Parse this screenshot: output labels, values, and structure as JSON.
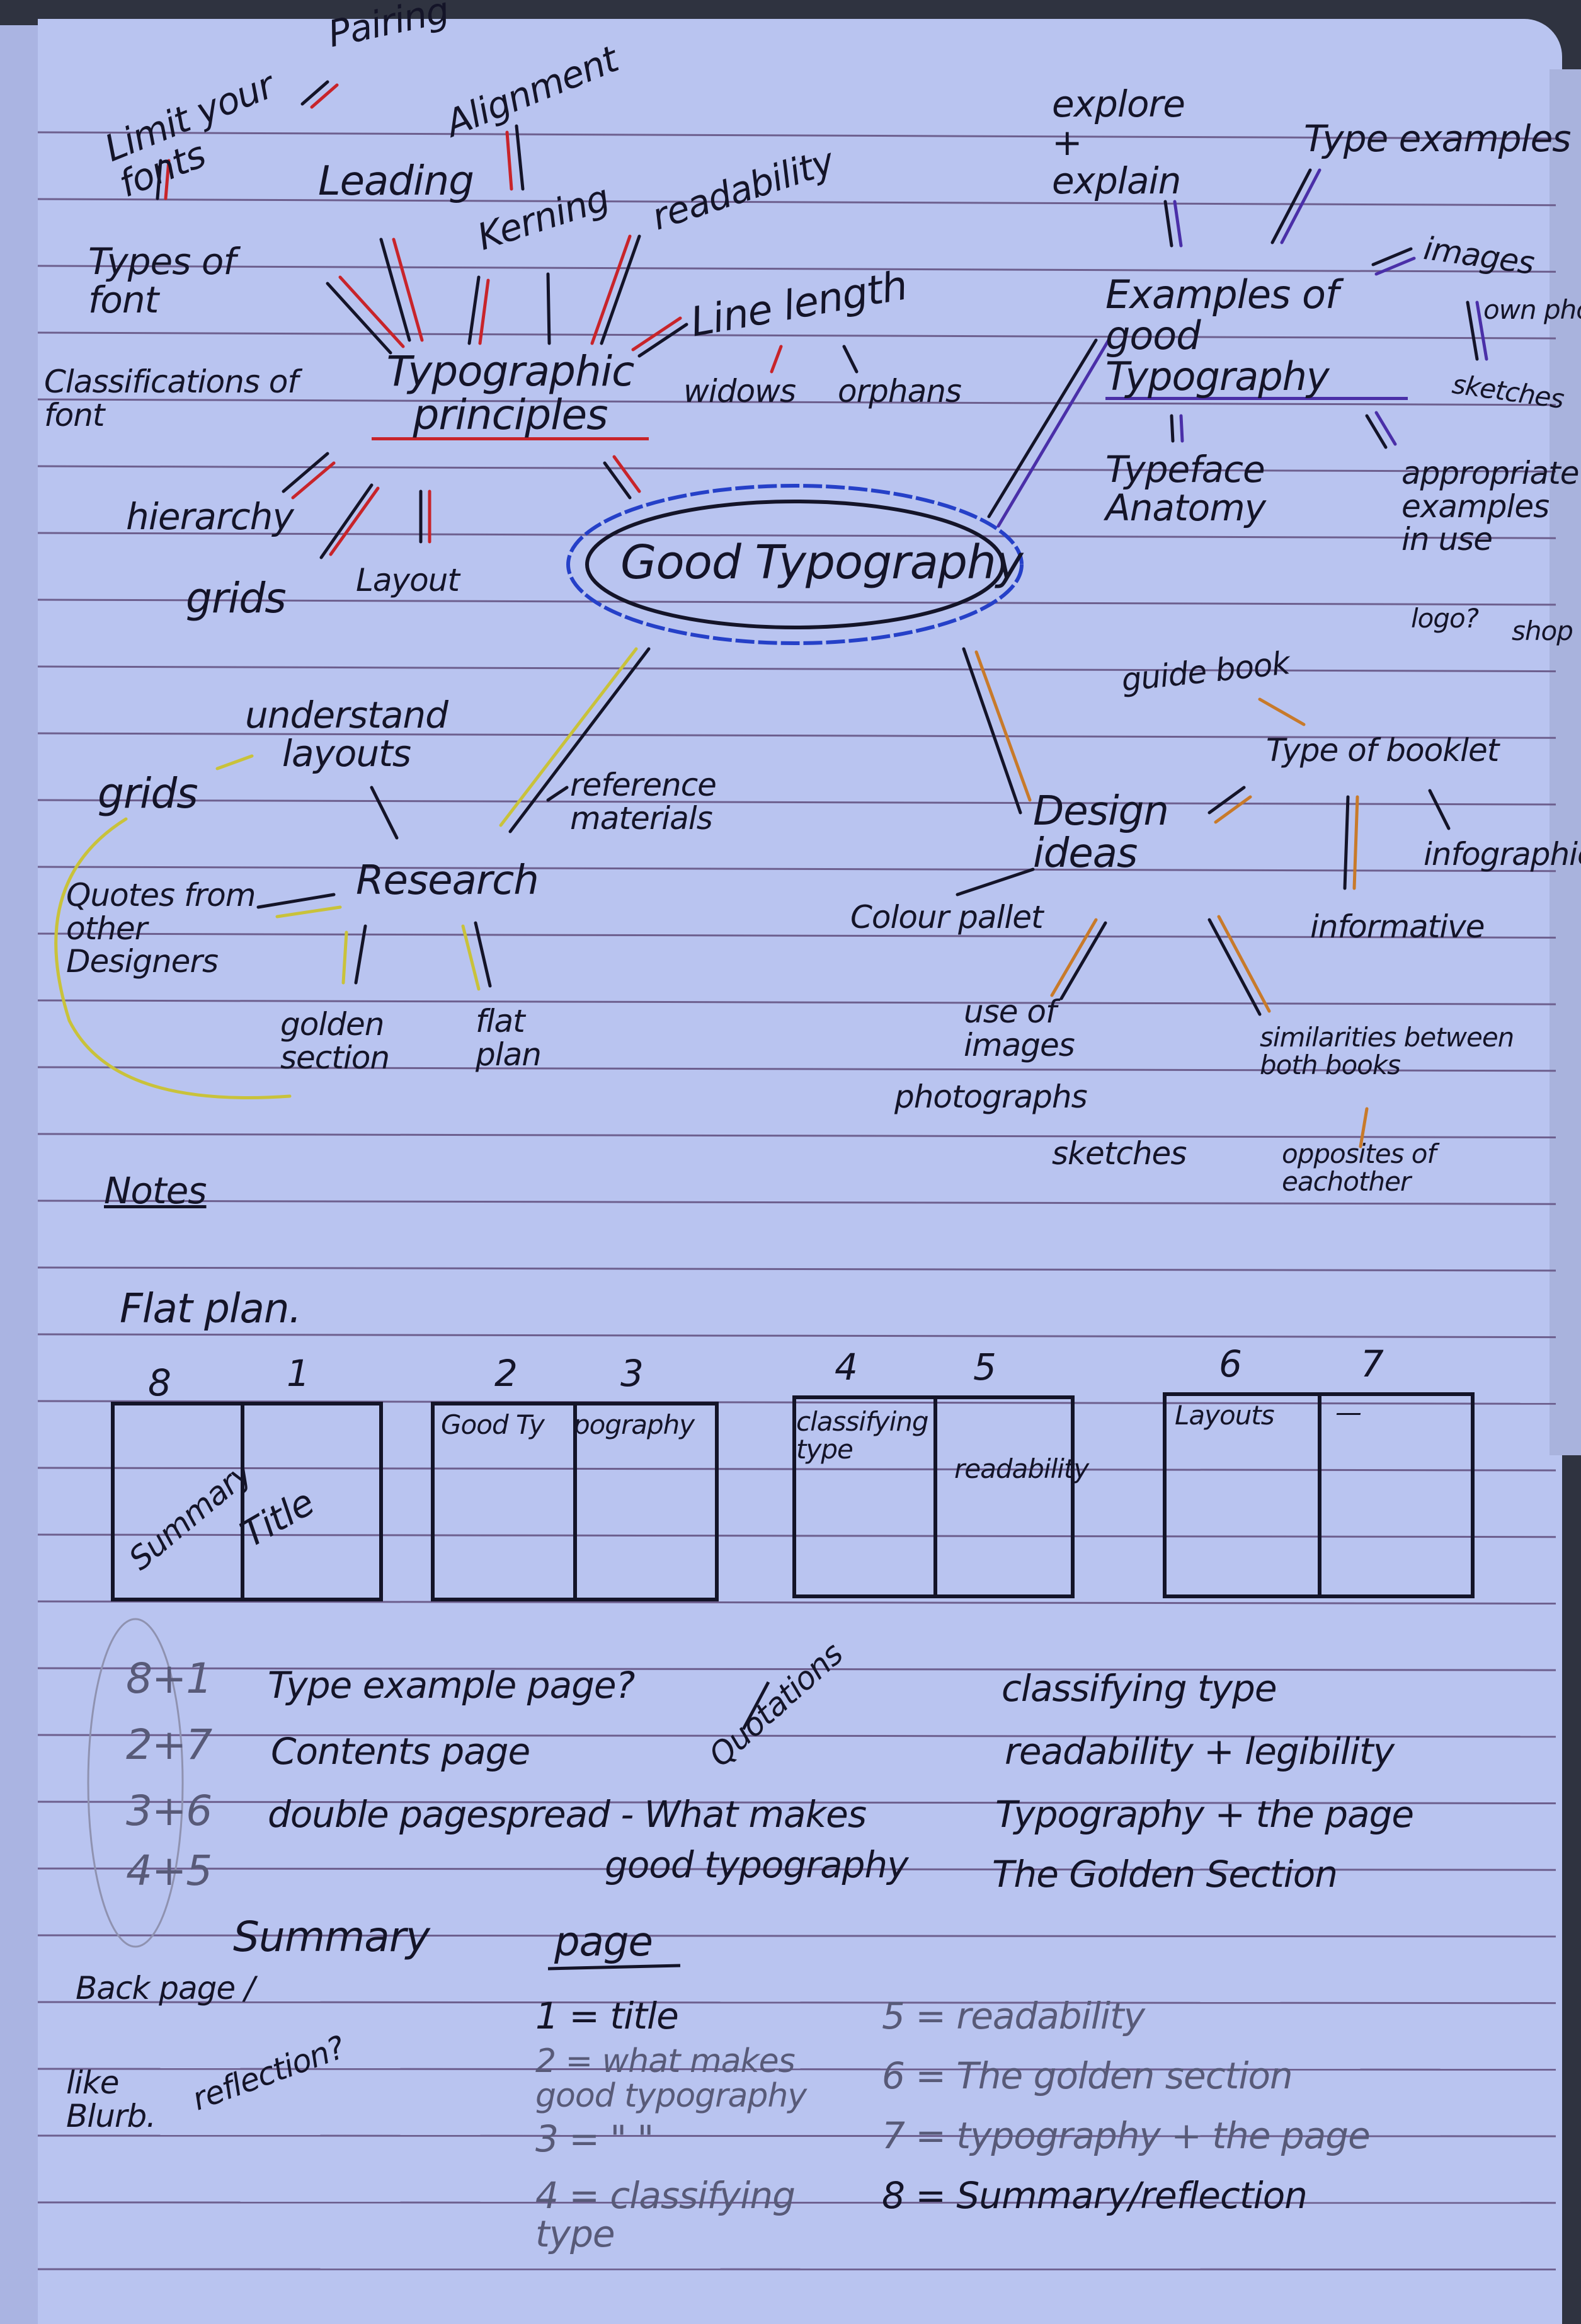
{
  "mindmap": {
    "center": "Good Typography",
    "principles": {
      "title": "Typographic principles",
      "items": [
        "Limit your fonts",
        "Pairing",
        "Alignment",
        "Leading",
        "Kerning",
        "readability",
        "Types of font",
        "Classifications of font",
        "Line length",
        "widows",
        "orphans",
        "hierarchy",
        "grids",
        "Layout"
      ]
    },
    "examples": {
      "title": "Examples of good Typography",
      "items": [
        "explore + explain",
        "Type examples",
        "images",
        "own photos",
        "sketches",
        "Typeface Anatomy",
        "appropriate examples in use",
        "logo?",
        "shop"
      ]
    },
    "research": {
      "title": "Research",
      "items": [
        "understand layouts",
        "grids",
        "reference materials",
        "Quotes from other Designers",
        "golden section",
        "flat plan"
      ]
    },
    "design": {
      "title": "Design ideas",
      "items": [
        "guide book",
        "Type of booklet",
        "infographic",
        "informative",
        "Colour pallet",
        "use of images",
        "photographs",
        "sketches",
        "similarities between both books",
        "opposites of eachother"
      ]
    }
  },
  "notes": {
    "heading": "Notes",
    "flatplan_heading": "Flat plan.",
    "spreads": [
      {
        "left_num": "8",
        "right_num": "1",
        "left": "Summary",
        "right": "Title"
      },
      {
        "left_num": "2",
        "right_num": "3",
        "left": "Good Ty",
        "right": "pography"
      },
      {
        "left_num": "4",
        "right_num": "5",
        "left": "classifying type",
        "right": "readability"
      },
      {
        "left_num": "6",
        "right_num": "7",
        "left": "Layouts",
        "right": "—"
      }
    ],
    "pairs": [
      {
        "pair": "8+1",
        "desc": "Type example page?"
      },
      {
        "pair": "2+7",
        "desc": "Contents page"
      },
      {
        "pair": "3+6",
        "desc": "double pagespread - What makes"
      },
      {
        "pair": "4+5",
        "desc": "good typography"
      }
    ],
    "quotations": "Quotations",
    "topics": [
      "classifying type",
      "readability + legibility",
      "Typography + the page",
      "The Golden Section"
    ],
    "summary": "Summary",
    "back_page": "Back page /",
    "like_blurb": "like Blurb.",
    "reflection": "reflection?",
    "page_heading": "page",
    "pages": [
      "1 = title",
      "2 = what makes good typography",
      "3 = \"  \"",
      "4 = classifying type",
      "5 = readability",
      "6 = The golden section",
      "7 = typography + the page",
      "8 = Summary/reflection"
    ]
  },
  "colors": {
    "ink": "#141428",
    "red": "#c8242a",
    "purple": "#4a2fa8",
    "yellow": "#c9c23a",
    "orange": "#c87a2a",
    "blue": "#2540c8",
    "paper": "#b9c4f0"
  }
}
